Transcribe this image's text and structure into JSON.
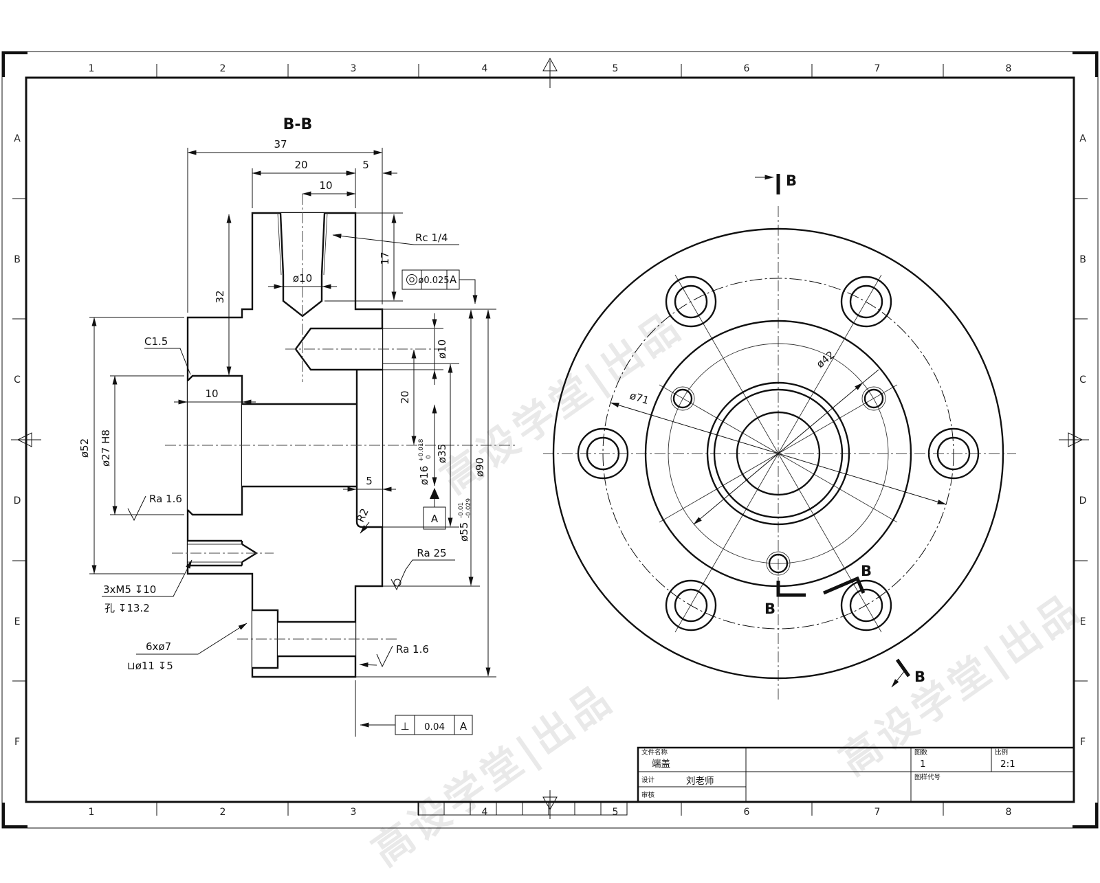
{
  "watermark": "高设学堂|出品",
  "frame": {
    "cols": [
      "1",
      "2",
      "3",
      "4",
      "5",
      "6",
      "7",
      "8"
    ],
    "rows": [
      "A",
      "B",
      "C",
      "D",
      "E",
      "F"
    ]
  },
  "section": {
    "title": "B-B",
    "dim37": "37",
    "dim20": "20",
    "dim5": "5",
    "dim10": "10",
    "dim32": "32",
    "dim17": "17",
    "boss_dia": "ø10",
    "rc": "Rc 1/4",
    "conc_val": "ø0.025",
    "conc_datum": "A",
    "c15": "C1.5",
    "hub10": "10",
    "d52": "ø52",
    "d27": "ø27 H8",
    "ra_left": "Ra 1.6",
    "m5_note": "3xM5 ↧10",
    "m5_note2": "孔 ↧13.2",
    "cb_note": "6xø7",
    "cb_note2": "⊔ø11 ↧5",
    "pass_dia": "ø10",
    "off20": "20",
    "d16": "ø16",
    "d16tu": "+0.018",
    "d16tl": "0",
    "d35": "ø35",
    "d55": "ø55",
    "d55tu": "-0.01",
    "d55tl": "-0.029",
    "d90": "ø90",
    "rec5": "5",
    "r2": "R2",
    "ra25": "Ra 25",
    "datum": "A",
    "ra_right": "Ra 1.6",
    "perp_sym": "⊥",
    "perp_val": "0.04",
    "perp_datum": "A"
  },
  "front": {
    "d71": "ø71",
    "d42": "ø42",
    "b": "B"
  },
  "titleblock": {
    "file_label": "文件名称",
    "file_value": "端盖",
    "design_label": "设计",
    "design_value": "刘老师",
    "check_label": "审核",
    "sheets_label": "图数",
    "sheets_value": "1",
    "scale_label": "比例",
    "scale_value": "2:1",
    "code_label": "图样代号"
  }
}
